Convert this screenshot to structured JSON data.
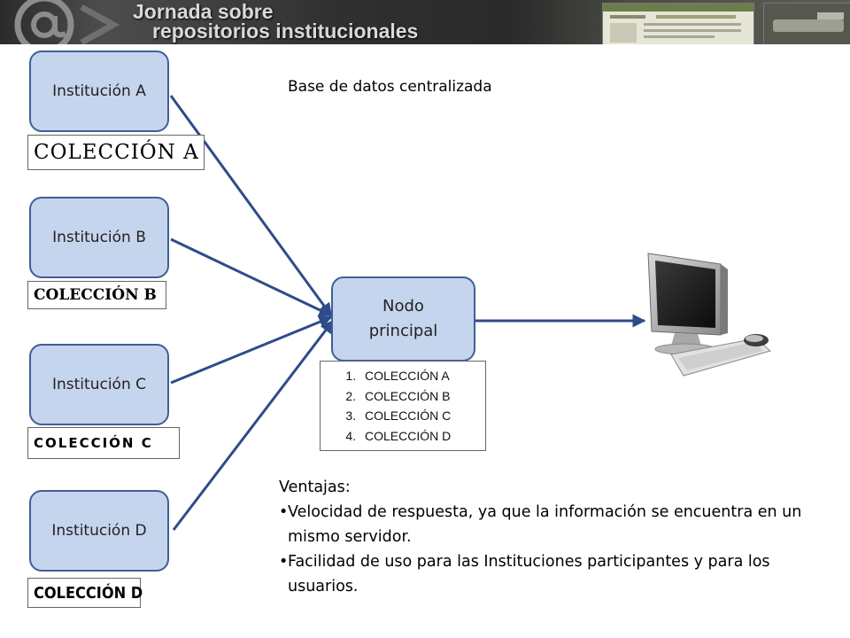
{
  "header": {
    "title_line1": "Jornada sobre",
    "title_line2": "repositorios institucionales"
  },
  "diagram": {
    "central_db_label": "Base de datos centralizada",
    "institutions": [
      {
        "label": "Institución A",
        "collection": "Colección A"
      },
      {
        "label": "Institución B",
        "collection": "Colección B"
      },
      {
        "label": "Institución C",
        "collection": "COLECCIÓN C"
      },
      {
        "label": "Institución D",
        "collection": "COLECCIÓN D"
      }
    ],
    "main_node": {
      "line1": "Nodo",
      "line2": "principal"
    },
    "node_collections": [
      "COLECCIÓN A",
      "COLECCIÓN B",
      "COLECCIÓN C",
      "COLECCIÓN D"
    ]
  },
  "advantages": {
    "heading": "Ventajas:",
    "items": [
      "Velocidad de respuesta, ya que la información se encuentra en un mismo servidor.",
      "Facilidad de uso para las Instituciones participantes y para los usuarios."
    ]
  },
  "colors": {
    "node_fill": "#c6d5ee",
    "node_border": "#3f5f95",
    "arrow": "#2f4b8a"
  },
  "icons": {
    "header_logo": "at-sign-logo",
    "terminal": "desktop-computer-icon"
  }
}
